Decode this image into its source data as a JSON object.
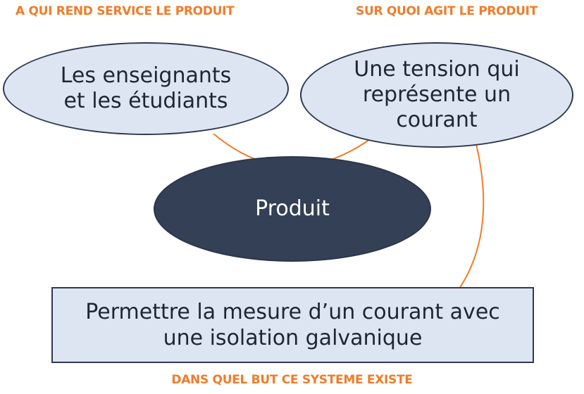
{
  "headings": {
    "left": "A QUI REND SERVICE LE PRODUIT",
    "right": "SUR QUOI AGIT LE PRODUIT",
    "bottom": "DANS QUEL BUT CE SYSTEME EXISTE"
  },
  "nodes": {
    "users": "Les enseignants et les étudiants",
    "target": "Une tension qui représente un courant",
    "product": "Produit",
    "purpose": "Permettre la mesure d’un courant avec une isolation galvanique"
  },
  "colors": {
    "accent": "#f07c28",
    "light_fill": "#dde5f3",
    "dark_fill": "#334055",
    "outline": "#2e3b4e"
  }
}
